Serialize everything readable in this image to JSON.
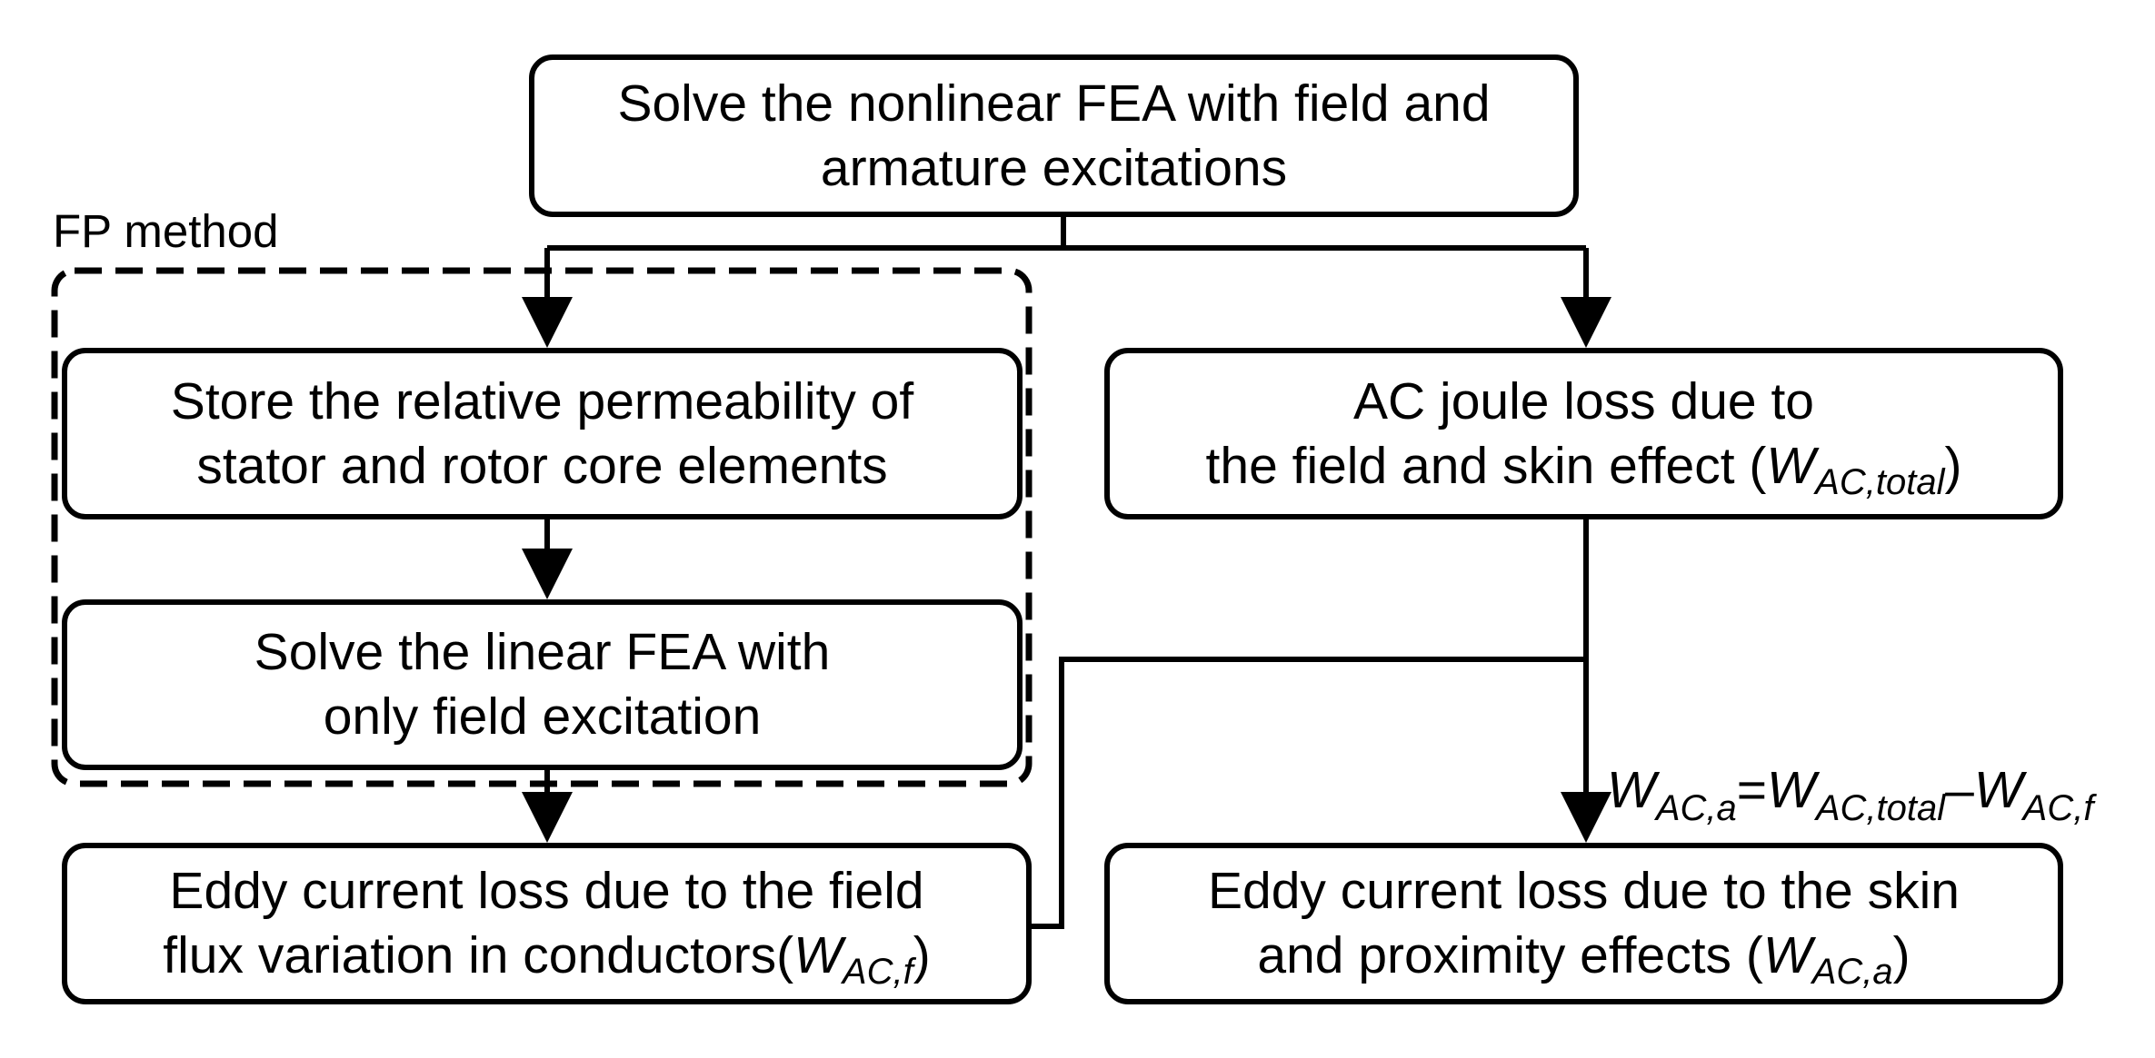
{
  "nodes": {
    "solve_nonlinear": {
      "line1": "Solve the nonlinear FEA with field and",
      "line2": "armature excitations"
    },
    "store_permeability": {
      "line1": "Store the relative permeability of",
      "line2": "stator and rotor core elements"
    },
    "solve_linear": {
      "line1": "Solve the linear FEA with",
      "line2": "only field excitation"
    },
    "eddy_field": {
      "line1": "Eddy current loss due to the field",
      "line2_prefix": "flux variation in conductors(",
      "symbol": "W",
      "subscript": "AC,f",
      "line2_suffix": ")"
    },
    "ac_joule": {
      "line1": "AC joule loss due to",
      "line2_prefix": "the field and skin effect (",
      "symbol": "W",
      "subscript": "AC,total",
      "line2_suffix": ")"
    },
    "eddy_skin": {
      "line1": "Eddy current loss due to the skin",
      "line2_prefix": "and proximity effects (",
      "symbol": "W",
      "subscript": "AC,a",
      "line2_suffix": ")"
    }
  },
  "group": {
    "label": "FP method"
  },
  "formula": {
    "lhs_symbol": "W",
    "lhs_subscript": "AC,a",
    "equals": "=",
    "term1_symbol": "W",
    "term1_subscript": "AC,total",
    "minus": "–",
    "term2_symbol": "W",
    "term2_subscript": "AC,f"
  }
}
